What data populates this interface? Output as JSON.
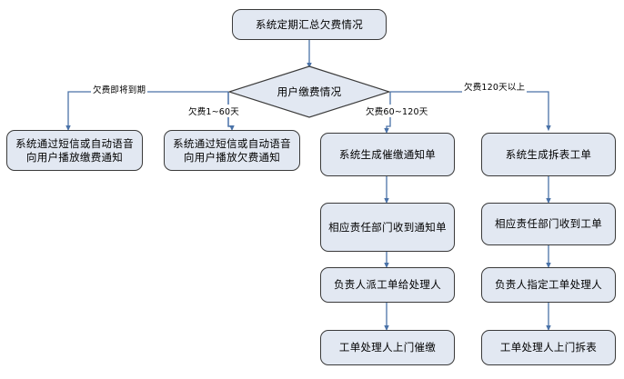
{
  "diagram": {
    "type": "flowchart",
    "title_node": {
      "id": "start",
      "shape": "rounded-rect",
      "label": "系统定期汇总欠费情况"
    },
    "decision": {
      "id": "decision-payment-status",
      "shape": "diamond",
      "label": "用户缴费情况"
    },
    "branch_labels": [
      {
        "id": "branch-about-to-expire",
        "text": "欠费即将到期"
      },
      {
        "id": "branch-1-60",
        "text": "欠费1~60天"
      },
      {
        "id": "branch-60-120",
        "text": "欠费60~120天"
      },
      {
        "id": "branch-over-120",
        "text": "欠费120天以上"
      }
    ],
    "columns": [
      {
        "id": "column-about-to-expire",
        "nodes": [
          {
            "id": "node-sms-voice-payment-notice",
            "label": "系统通过短信或自动语音向用户播放缴费通知"
          }
        ]
      },
      {
        "id": "column-1-60",
        "nodes": [
          {
            "id": "node-sms-voice-arrears-notice",
            "label": "系统通过短信或自动语音向用户播放欠费通知"
          }
        ]
      },
      {
        "id": "column-60-120",
        "nodes": [
          {
            "id": "node-generate-dunning-notice",
            "label": "系统生成催缴通知单"
          },
          {
            "id": "node-department-receives-notice",
            "label": "相应责任部门收到通知单"
          },
          {
            "id": "node-manager-assigns-workorder",
            "label": "负责人派工单给处理人"
          },
          {
            "id": "node-handler-visits-dunning",
            "label": "工单处理人上门催缴"
          }
        ]
      },
      {
        "id": "column-over-120",
        "nodes": [
          {
            "id": "node-generate-removal-workorder",
            "label": "系统生成拆表工单"
          },
          {
            "id": "node-department-receives-workorder",
            "label": "相应责任部门收到工单"
          },
          {
            "id": "node-manager-designates-handler",
            "label": "负责人指定工单处理人"
          },
          {
            "id": "node-handler-visits-removal",
            "label": "工单处理人上门拆表"
          }
        ]
      }
    ],
    "colors": {
      "node_fill": "#e2e8f2",
      "node_border": "#3a3a3a",
      "connector": "#4a72a8",
      "background": "#ffffff",
      "text": "#000000"
    }
  }
}
